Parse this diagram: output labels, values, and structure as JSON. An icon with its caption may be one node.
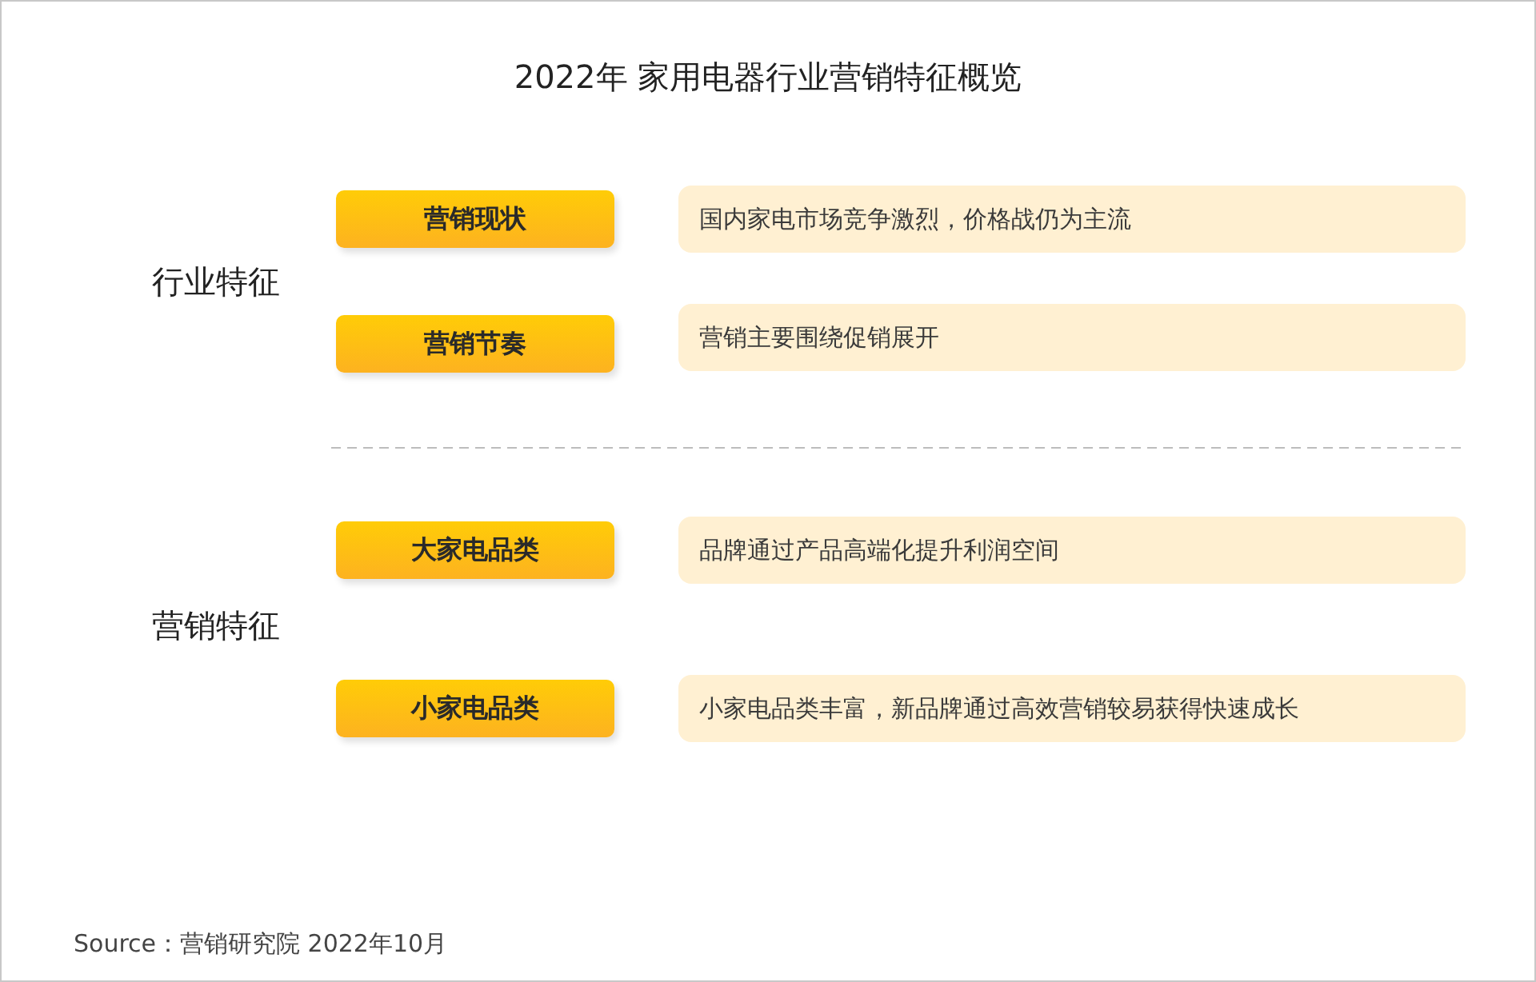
{
  "diagram": {
    "title": "2022年 家用电器行业营销特征概览",
    "caption": "Source：营销研究院 2022年10月",
    "nodes": [
      {
        "text": [
          "营销现状"
        ]
      },
      {
        "text": [
          "国内家电市场竞争激烈，价格战仍为主流"
        ]
      },
      {
        "text": [
          "营销节奏"
        ]
      },
      {
        "text": [
          "营销主要围绕促销展开"
        ]
      },
      {
        "text": [
          "大家电品类"
        ]
      },
      {
        "text": [
          "品牌通过产品高端化提升利润空间"
        ]
      },
      {
        "text": [
          "小家电品类"
        ]
      },
      {
        "text": [
          "小家电品类丰富，新品牌通过高效营销较易获得快速成长"
        ]
      }
    ],
    "edges": [],
    "labels": [
      "行业特征",
      "营销特征"
    ]
  }
}
